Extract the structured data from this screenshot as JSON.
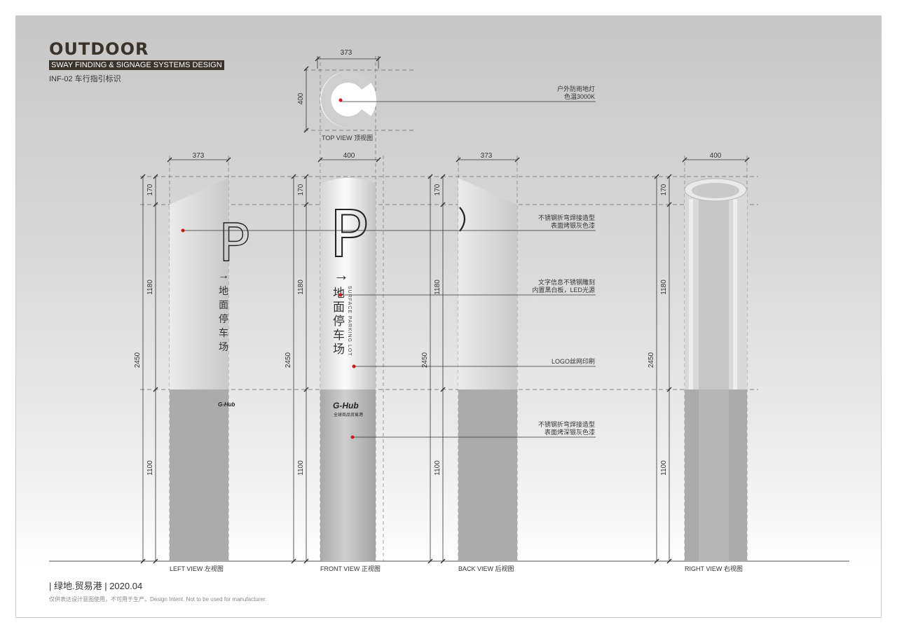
{
  "header": {
    "title": "OUTDOOR",
    "subtitle": "SWAY FINDING  & SIGNAGE SYSTEMS DESIGN",
    "code": "INF-02  车行指引标识"
  },
  "dimensions": {
    "width_373": "373",
    "width_400": "400",
    "height_400": "400",
    "top_170": "170",
    "mid_1180": "1180",
    "bottom_1100": "1100",
    "total_2450": "2450"
  },
  "views": {
    "top": "TOP VIEW  顶视图",
    "left": "LEFT VIEW  左视图",
    "front": "FRONT VIEW  正视图",
    "back": "BACK VIEW  后视图",
    "right": "RIGHT VIEW  右视图"
  },
  "sign": {
    "letter": "P",
    "arrow": "→",
    "text_cn": [
      "地",
      "面",
      "停",
      "车",
      "场"
    ],
    "text_en": "SURFACE PARKING LOT",
    "logo": "G-Hub",
    "logo_cn": "全球商品贸易港"
  },
  "callouts": {
    "light_l1": "户外防雨地灯",
    "light_l2": "色温3000K",
    "steel_top_l1": "不锈钢折弯焊接造型",
    "steel_top_l2": "表面烤银灰色漆",
    "text_l1": "文字信息不锈钢雕刻",
    "text_l2": "内置黑白板，LED光源",
    "logo_print": "LOGO丝网印刷",
    "steel_bottom_l1": "不锈钢折弯焊接造型",
    "steel_bottom_l2": "表面烤深银灰色漆"
  },
  "footer": {
    "project": "| 绿地.贸易港 | 2020.04",
    "disclaimer": "仅供表达设计意图使用，不可用于生产。Design Intent. Not to be used for manufacturer."
  },
  "colors": {
    "accent": "#e0161e",
    "title": "#3a332c",
    "line": "#333333"
  }
}
